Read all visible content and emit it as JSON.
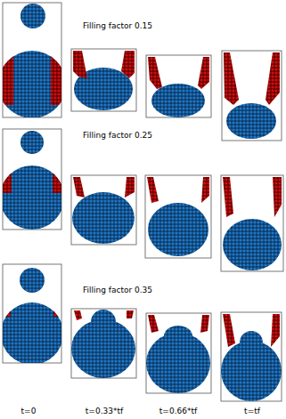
{
  "diagram": {
    "labels": [
      "Filling factor 0.15",
      "Filling factor 0.25",
      "Filling factor 0.35",
      "t=0",
      "t=0.33*tf",
      "t=0.66*tf",
      "t=tf"
    ]
  }
}
